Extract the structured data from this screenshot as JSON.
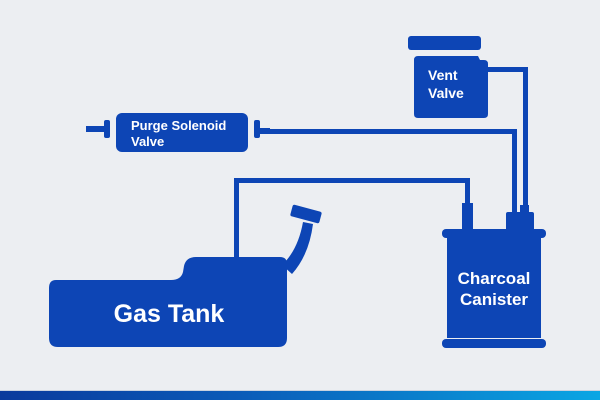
{
  "diagram": {
    "title": "EVAP System",
    "colors": {
      "background": "#eceef2",
      "component": "#0d45b5",
      "label": "#ffffff",
      "bar_start": "#0a3a9c",
      "bar_end": "#0aa6e4"
    },
    "components": {
      "purge_valve": {
        "line1": "Purge Solenoid",
        "line2": "Valve"
      },
      "vent_valve": {
        "line1": "Vent",
        "line2": "Valve"
      },
      "canister": {
        "line1": "Charcoal",
        "line2": "Canister"
      },
      "gas_tank": {
        "label": "Gas Tank"
      }
    },
    "connections": [
      {
        "from": "Purge Solenoid Valve",
        "to": "Charcoal Canister"
      },
      {
        "from": "Vent Valve",
        "to": "Charcoal Canister"
      },
      {
        "from": "Gas Tank",
        "to": "Charcoal Canister"
      }
    ]
  }
}
